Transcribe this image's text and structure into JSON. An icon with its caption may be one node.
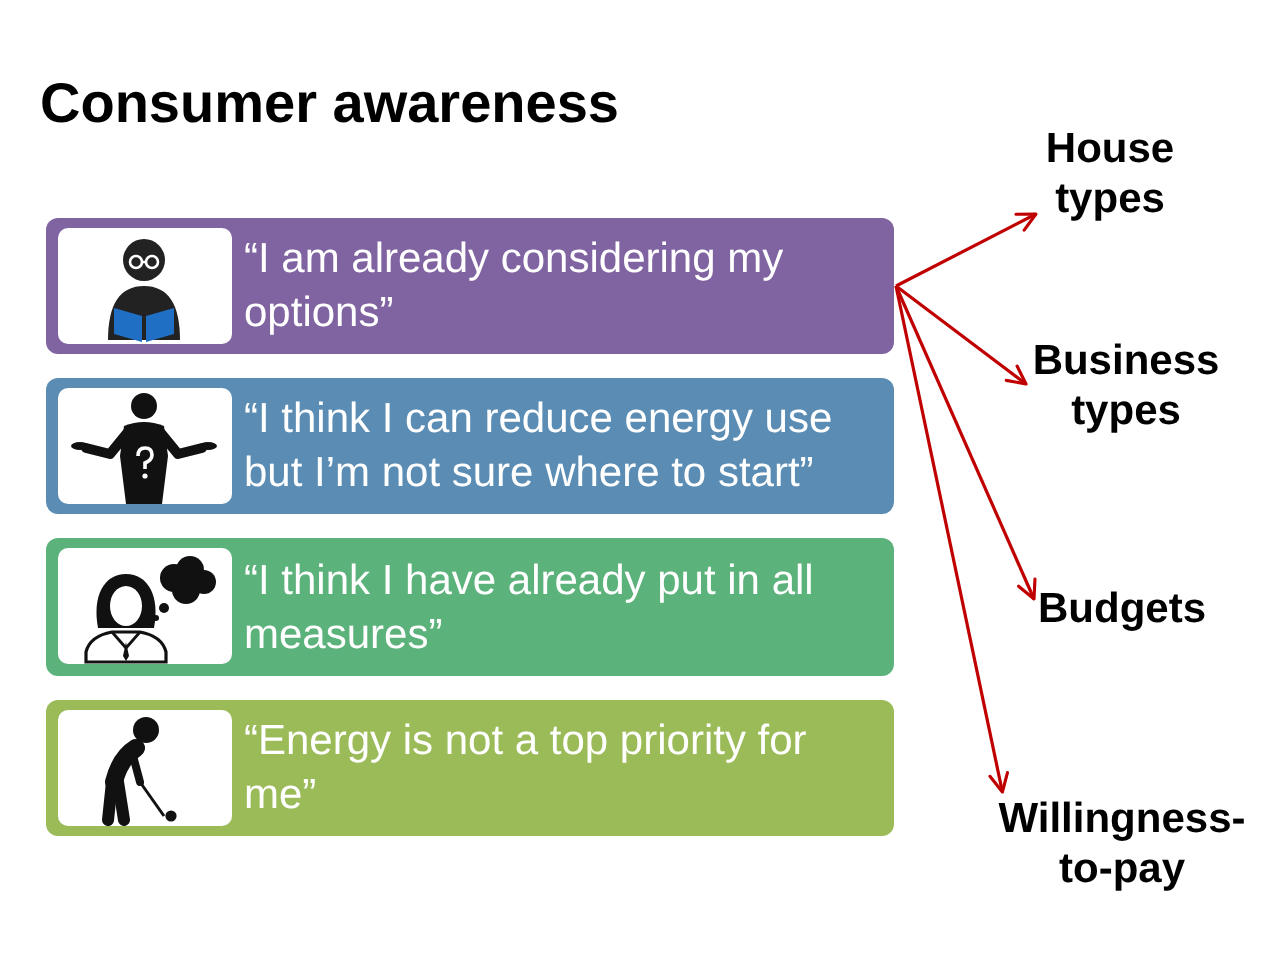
{
  "diagram": {
    "title": "Consumer awareness",
    "nodes": [
      {
        "text": [
          "“I am already considering my options”"
        ]
      },
      {
        "text": [
          "“I think I can reduce energy use but I’m not sure where to start”"
        ]
      },
      {
        "text": [
          "“I think I have already put in all measures”"
        ]
      },
      {
        "text": [
          "“Energy is not a top priority for me”"
        ]
      },
      {
        "text": [
          "House types"
        ]
      },
      {
        "text": [
          "Business types"
        ]
      },
      {
        "text": [
          "Budgets"
        ]
      },
      {
        "text": [
          "Willingness-to-pay"
        ]
      }
    ],
    "edges": [
      {
        "from": 0,
        "to": 4,
        "arrow": "to"
      },
      {
        "from": 0,
        "to": 5,
        "arrow": "to"
      },
      {
        "from": 0,
        "to": 6,
        "arrow": "to"
      },
      {
        "from": 0,
        "to": 7,
        "arrow": "to"
      }
    ]
  }
}
